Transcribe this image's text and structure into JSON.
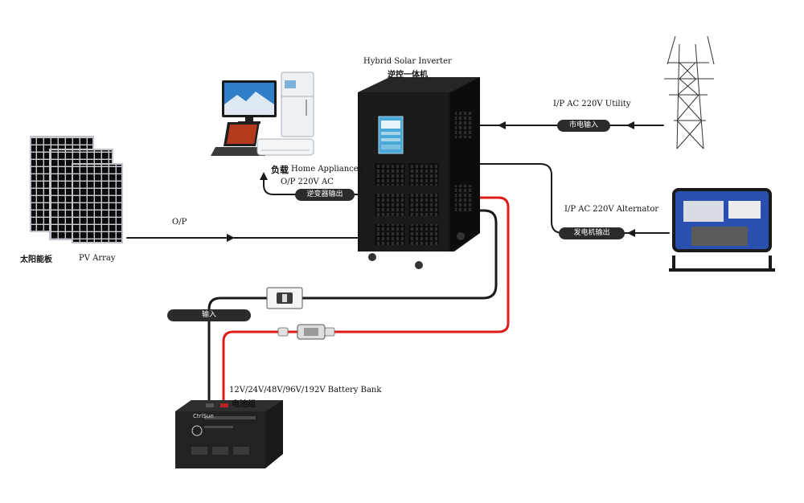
{
  "inverter": {
    "title_en": "Hybrid Solar Inverter",
    "title_cn": "逆控一体机"
  },
  "utility": {
    "label": "I/P AC 220V  Utility",
    "pill": "市电输入"
  },
  "alternator": {
    "label": "I/P AC 220V Alternator",
    "pill": "发电机输出"
  },
  "load": {
    "label_cn": "负载",
    "label_en": "Home Appliances",
    "spec": "O/P 220V AC",
    "pill": "逆变器输出"
  },
  "pv": {
    "label_cn": "太阳能板",
    "label_en": "PV Array",
    "op": "O/P"
  },
  "battery": {
    "label": "12V/24V/48V/96V/192V Battery Bank",
    "label_cn": "电池组",
    "pill": "输入",
    "brand": "CtrlSun"
  },
  "colors": {
    "cable_black": "#1a1a1a",
    "cable_red": "#e01b1b",
    "pill_bg": "#2b2b2b",
    "screen_blue": "#4aa8d8"
  }
}
